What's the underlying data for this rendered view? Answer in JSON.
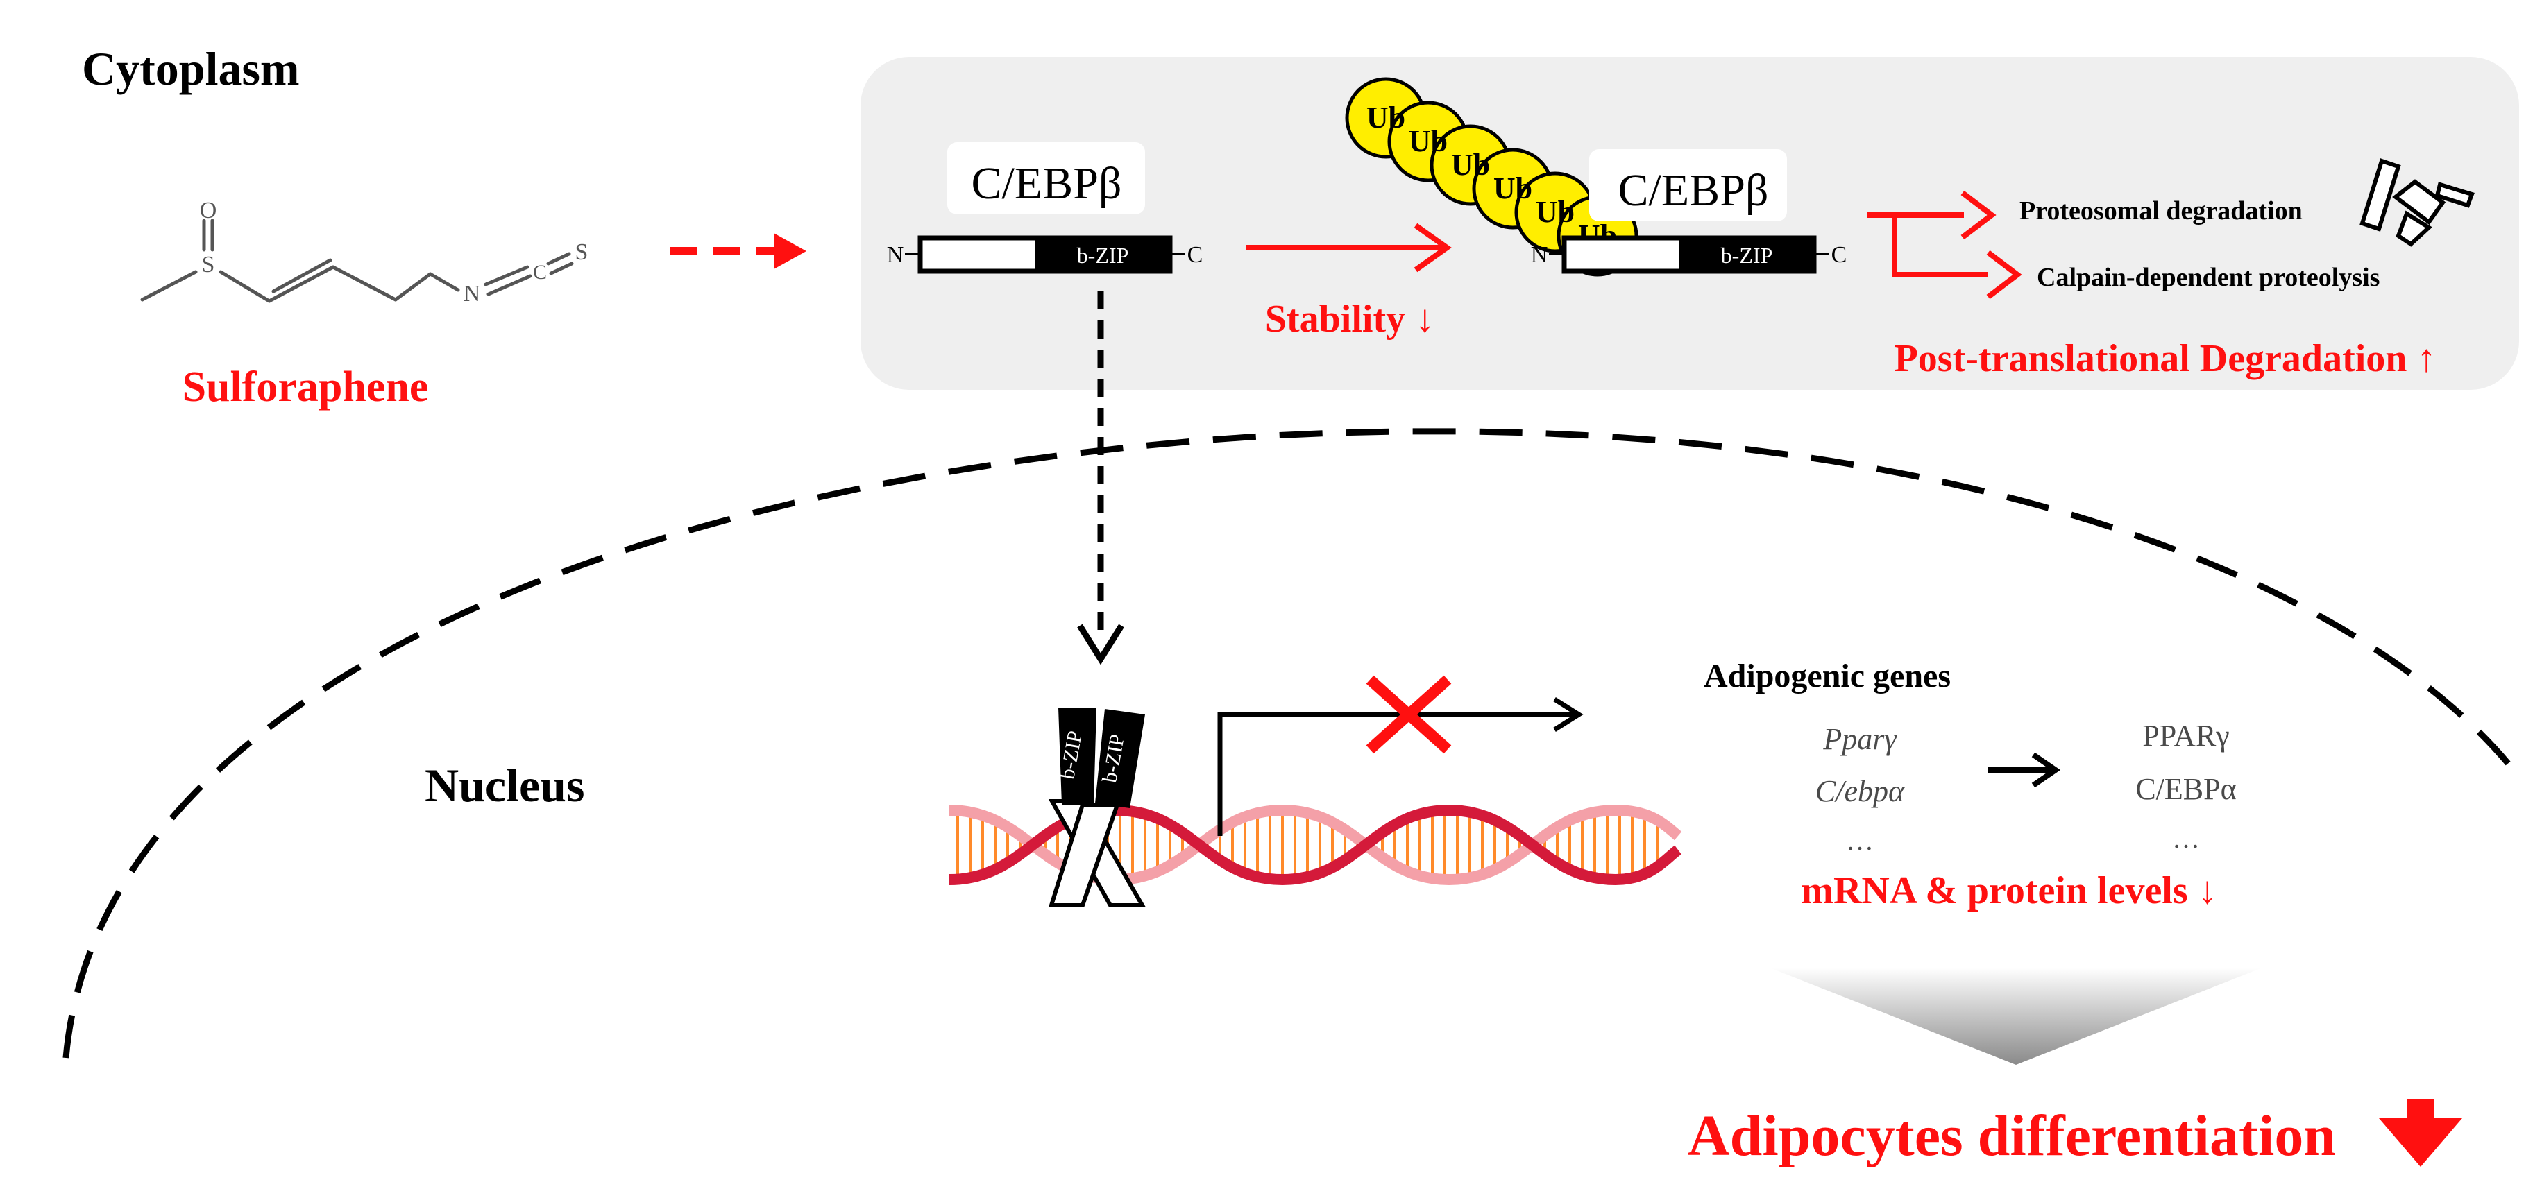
{
  "labels": {
    "cytoplasm": "Cytoplasm",
    "nucleus": "Nucleus",
    "compound": "Sulforaphene",
    "protein": "C/EBPβ",
    "domain": "b-ZIP",
    "n_term": "N",
    "c_term": "C",
    "ubiquitin": "Ub",
    "stability": "Stability ↓",
    "proteasomal": "Proteosomal degradation",
    "calpain": "Calpain-dependent proteolysis",
    "ptd": "Post-translational Degradation ↑",
    "adipogenic": "Adipogenic genes",
    "gene1": "Pparγ",
    "gene2": "C/ebpα",
    "gene_more": "…",
    "prot1": "PPARγ",
    "prot2": "C/EBPα",
    "prot_more": "…",
    "levels": "mRNA & protein levels ↓",
    "outcome": "Adipocytes differentiation"
  },
  "structure_atoms": {
    "sulfur": "S",
    "oxygen": "O",
    "nitrogen": "N",
    "carbon": "C",
    "terminal_sulfur": "S"
  },
  "colors": {
    "accent_red": "#ff1010",
    "cytoplasm_panel": "#efefef",
    "ubiquitin": "#ffee00",
    "dna_light": "#f4a0a8",
    "dna_dark": "#d41a3a",
    "dna_rungs": "#ff8a2a"
  },
  "icons": {
    "inhibition": "red-x-icon",
    "decrease": "red-down-arrow-icon",
    "fragments": "protein-fragments-icon"
  }
}
